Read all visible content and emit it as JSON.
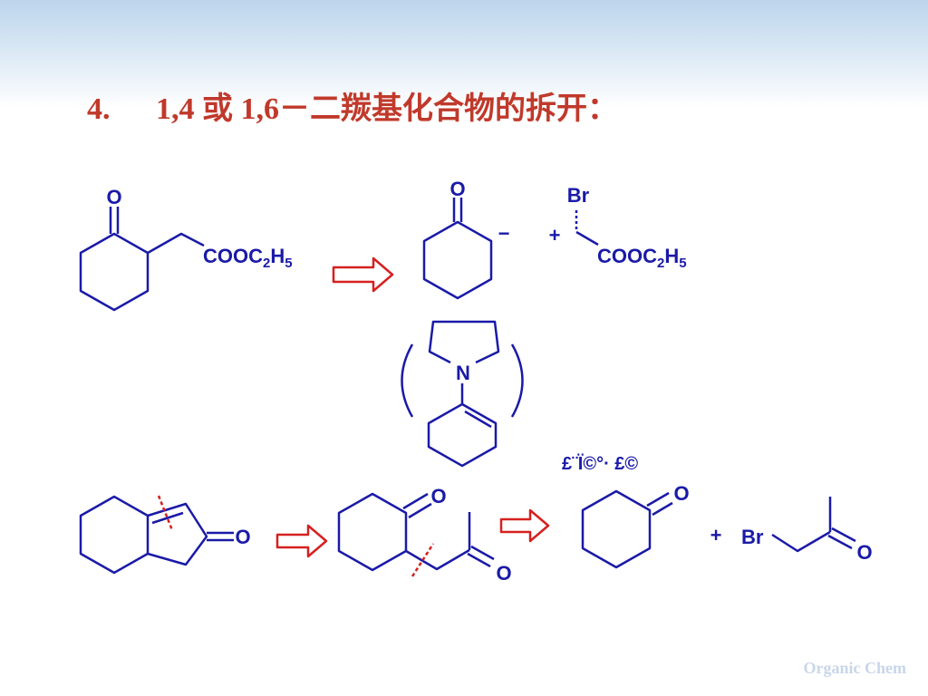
{
  "title": {
    "number": "4.",
    "text": "1,4 或 1,6－二羰基化合物的拆开："
  },
  "footer": "Organic Chem",
  "scheme1": {
    "ketone_o": "O",
    "ester_prefix": "COOC",
    "ester_sub1": "2",
    "ester_h": "H",
    "ester_sub2": "5",
    "synthon_o": "O",
    "minus": "−",
    "plus": "+",
    "bromide": "Br",
    "enamine_n": "N"
  },
  "scheme2": {
    "annotation": "£¨Ï©°· £©",
    "enone_o": "O",
    "diketone_o1": "O",
    "diketone_o2": "O",
    "cyclohexanone_o": "O",
    "plus": "+",
    "bromide": "Br",
    "bromoacetone_o": "O"
  },
  "colors": {
    "bonds": "#1a1aa8",
    "arrows": "#d62020",
    "title": "#c0392b"
  }
}
